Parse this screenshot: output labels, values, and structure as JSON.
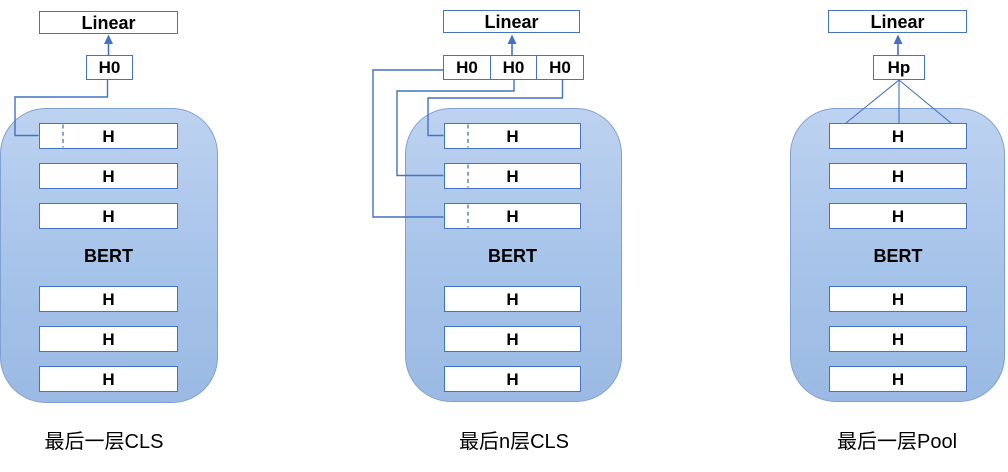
{
  "colors": {
    "accent": "#4472C4",
    "bert_fill_top": "#BDD2F0",
    "bert_fill_bottom": "#9BBAE3",
    "bert_border": "#7FA0D2",
    "row_fill": "#ffffff",
    "text": "#000000"
  },
  "diagrams": [
    {
      "caption": "最后一层CLS",
      "linear_label": "Linear",
      "pooled_labels": [
        "H0"
      ],
      "bert_label": "BERT",
      "rows": [
        "H",
        "H",
        "H",
        "H",
        "H",
        "H"
      ]
    },
    {
      "caption": "最后n层CLS",
      "linear_label": "Linear",
      "pooled_labels": [
        "H0",
        "H0",
        "H0"
      ],
      "bert_label": "BERT",
      "rows": [
        "H",
        "H",
        "H",
        "H",
        "H",
        "H"
      ]
    },
    {
      "caption": "最后一层Pool",
      "linear_label": "Linear",
      "pooled_labels": [
        "Hp"
      ],
      "bert_label": "BERT",
      "rows": [
        "H",
        "H",
        "H",
        "H",
        "H",
        "H"
      ]
    }
  ]
}
